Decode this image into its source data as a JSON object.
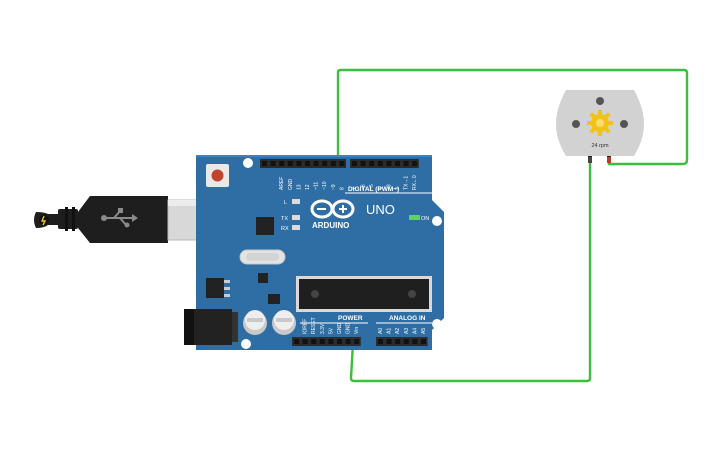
{
  "board": {
    "brand": "ARDUINO",
    "model": "UNO",
    "digital_header": "DIGITAL (PWM~)",
    "power_header": "POWER",
    "analog_header": "ANALOG IN",
    "on_label": "ON",
    "led_l": "L",
    "led_tx": "TX",
    "led_rx": "RX",
    "digital_pins": [
      "AREF",
      "GND",
      "13",
      "12",
      "~11",
      "~10",
      "~9",
      "8",
      "7",
      "~6",
      "~5",
      "4",
      "~3",
      "2",
      "TX→1",
      "RX←0"
    ],
    "power_pins": [
      "IOREF",
      "RESET",
      "3.3V",
      "5V",
      "GND",
      "GND",
      "Vin"
    ],
    "analog_pins": [
      "A0",
      "A1",
      "A2",
      "A3",
      "A4",
      "A5"
    ]
  },
  "motor": {
    "label": "24 rpm"
  },
  "colors": {
    "board": "#2f6ea5",
    "wire": "#3cbf3c",
    "header": "#2b2b2b",
    "usb_plug": "#1e1e1e",
    "usb_metal": "#d8d8d8",
    "motor_body": "#d2d2d2",
    "gear": "#f2c316"
  },
  "icons": {
    "usb": "usb-icon",
    "arduino_logo": "arduino-infinity-icon",
    "gear": "gear-icon"
  }
}
